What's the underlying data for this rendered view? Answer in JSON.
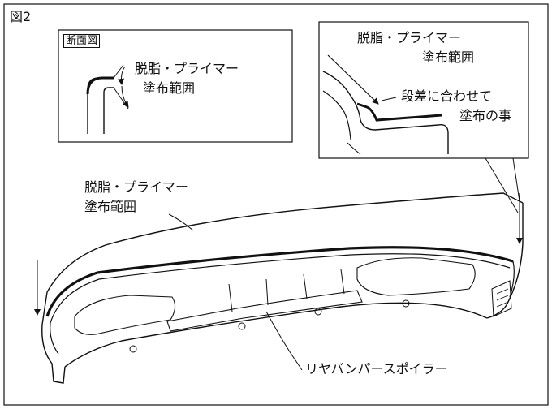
{
  "figure": {
    "label": "図2"
  },
  "section_inset": {
    "title": "断面図",
    "label_line1": "脱脂・プライマー",
    "label_line2": "塗布範囲"
  },
  "detail_inset": {
    "label_a_line1": "脱脂・プライマー",
    "label_a_line2": "塗布範囲",
    "label_b_line1": "段差に合わせて",
    "label_b_line2": "塗布の事"
  },
  "main": {
    "label_line1": "脱脂・プライマー",
    "label_line2": "塗布範囲",
    "part_name": "リヤバンパースポイラー"
  }
}
